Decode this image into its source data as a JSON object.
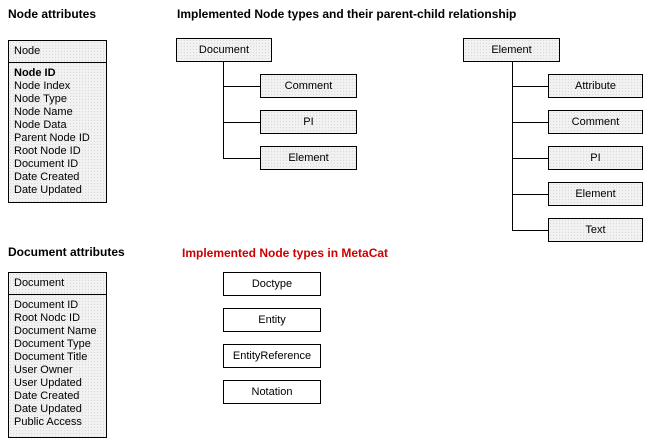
{
  "headings": {
    "node_attributes": "Node attributes",
    "node_types_tree": "Implemented Node types and their parent-child relationship",
    "document_attributes": "Document attributes",
    "node_types_metacat": "Implemented Node types in MetaCat"
  },
  "colors": {
    "metacat_heading": "#cc0000",
    "box_fill": "#f1f1f1",
    "box_border": "#000000",
    "text": "#000000",
    "background": "#ffffff"
  },
  "node_table": {
    "header": "Node",
    "rows": [
      "Node ID",
      "Node Index",
      "Node Type",
      "Node Name",
      "Node Data",
      "Parent Node ID",
      "Root Node ID",
      "Document ID",
      "Date Created",
      "Date Updated"
    ]
  },
  "document_table": {
    "header": "Document",
    "rows": [
      "Document ID",
      "Root Nodc ID",
      "Document Name",
      "Document Type",
      "Document Title",
      "User Owner",
      "User Updated",
      "Date Created",
      "Date Updated",
      "Public Access"
    ]
  },
  "document_tree": {
    "root": "Document",
    "children": [
      "Comment",
      "PI",
      "Element"
    ]
  },
  "element_tree": {
    "root": "Element",
    "children": [
      "Attribute",
      "Comment",
      "PI",
      "Element",
      "Text"
    ]
  },
  "metacat_types": [
    "Doctype",
    "Entity",
    "EntityReference",
    "Notation"
  ]
}
